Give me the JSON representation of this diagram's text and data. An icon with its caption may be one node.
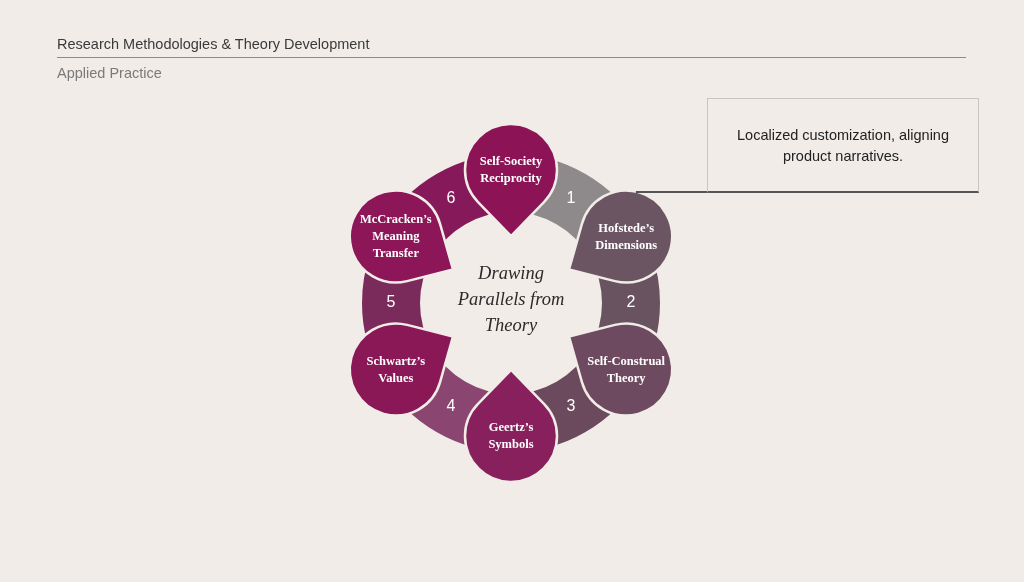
{
  "diagram": {
    "title": "Research Methodologies & Theory Development",
    "nodes": [
      {
        "text": [
          "Self-Society Reciprocity"
        ]
      },
      {
        "text": [
          "1"
        ]
      },
      {
        "text": [
          "Hofstede’s Dimensions"
        ]
      },
      {
        "text": [
          "2"
        ]
      },
      {
        "text": [
          "Self-Construal Theory"
        ]
      },
      {
        "text": [
          "3"
        ]
      },
      {
        "text": [
          "Geertz’s Symbols"
        ]
      },
      {
        "text": [
          "4"
        ]
      },
      {
        "text": [
          "Schwartz’s Values"
        ]
      },
      {
        "text": [
          "5"
        ]
      },
      {
        "text": [
          "McCracken’s Meaning Transfer"
        ]
      },
      {
        "text": [
          "6"
        ]
      },
      {
        "text": [
          "Drawing Parallels from Theory"
        ]
      },
      {
        "text": [
          "Localized customization, aligning product narratives."
        ]
      }
    ],
    "edges": [
      {
        "from": 2,
        "to": 13,
        "arrow": "none"
      }
    ],
    "labels": [
      "Applied Practice"
    ]
  }
}
